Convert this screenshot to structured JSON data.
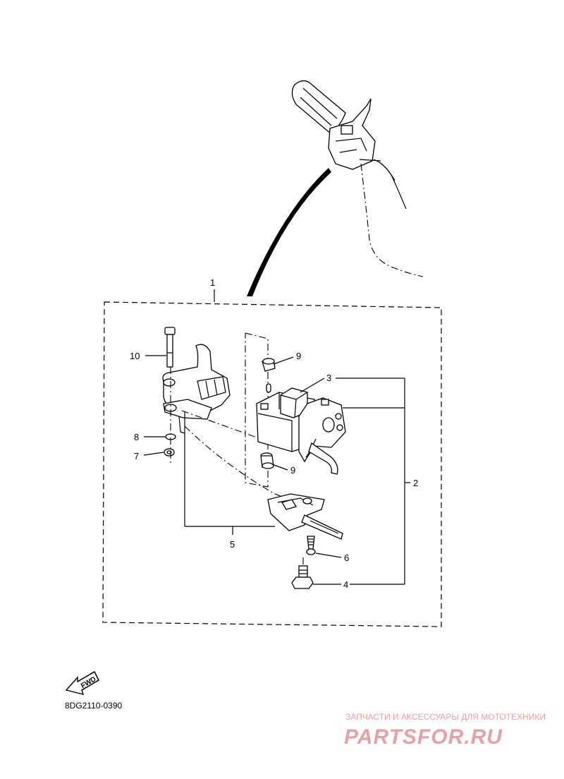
{
  "diagram": {
    "callouts": {
      "c1": "1",
      "c2": "2",
      "c3": "3",
      "c4": "4",
      "c5": "5",
      "c6": "6",
      "c7": "7",
      "c8": "8",
      "c9a": "9",
      "c9b": "9",
      "c10": "10"
    },
    "fwd_label": "FWD",
    "drawing_code": "8DG2110-0390"
  },
  "watermark": {
    "tagline": "ЗАПЧАСТИ И АКСЕССУАРЫ ДЛЯ МОТОТЕХНИКИ",
    "brand": "PARTSFOR.RU",
    "color": "#e8a0a4"
  }
}
